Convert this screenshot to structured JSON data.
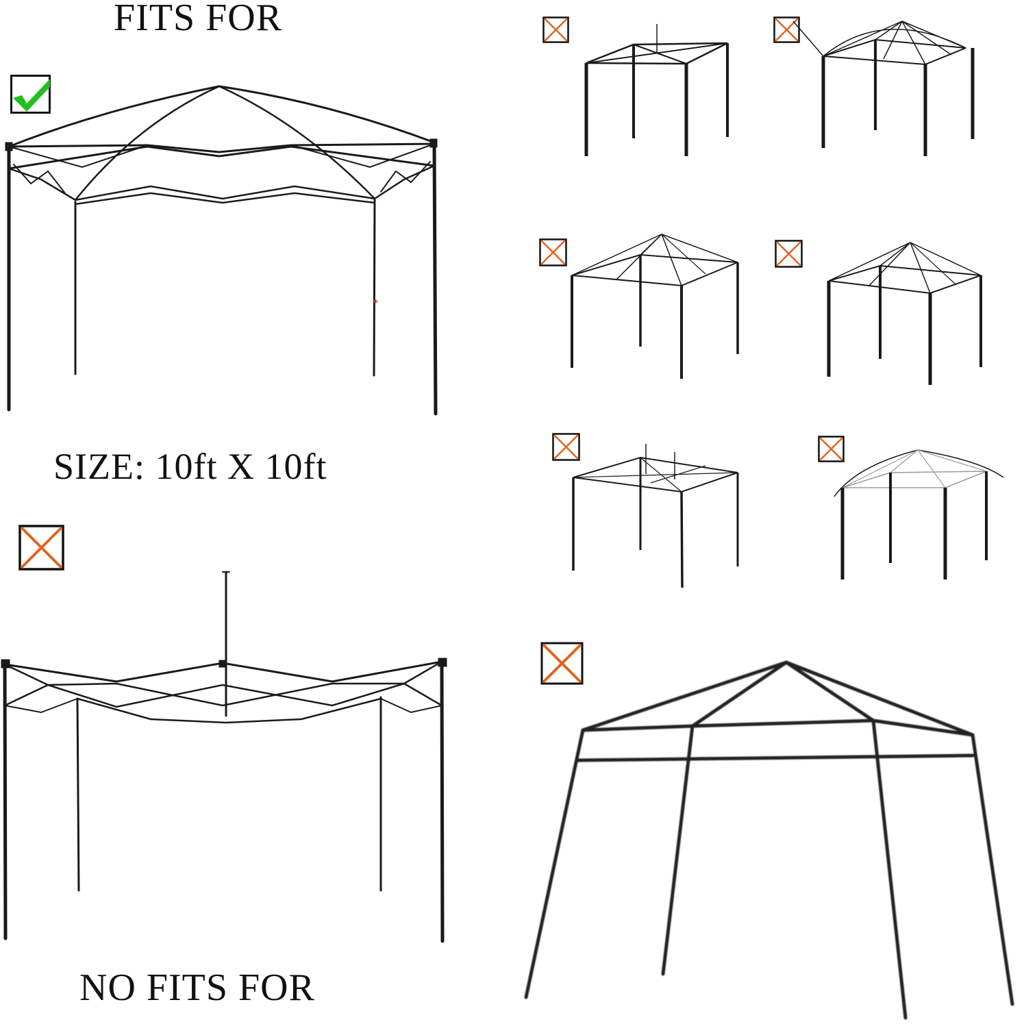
{
  "headings": {
    "fits": "FITS  FOR",
    "size": "SIZE: 10ft X 10ft",
    "no_fits": "NO FITS  FOR"
  },
  "colors": {
    "check_green": "#22c01e",
    "cross_orange": "#e0641e",
    "frame_black": "#1a1a1a",
    "box_border": "#111111"
  },
  "compatible": [
    {
      "name": "pop-up canopy frame with peaked center (straight legs)",
      "status": "fits",
      "icon": "check-icon"
    }
  ],
  "incompatible": [
    {
      "name": "pop-up canopy frame with center pole",
      "status": "no-fit",
      "icon": "cross-icon"
    },
    {
      "name": "flat-top frame with center pole",
      "status": "no-fit",
      "icon": "cross-icon"
    },
    {
      "name": "dome gazebo frame",
      "status": "no-fit",
      "icon": "cross-icon"
    },
    {
      "name": "pyramid gazebo frame",
      "status": "no-fit",
      "icon": "cross-icon"
    },
    {
      "name": "pyramid gazebo frame (tall legs)",
      "status": "no-fit",
      "icon": "cross-icon"
    },
    {
      "name": "flat-top frame with double poles",
      "status": "no-fit",
      "icon": "cross-icon"
    },
    {
      "name": "curved-eave gazebo frame",
      "status": "no-fit",
      "icon": "cross-icon"
    },
    {
      "name": "slant-leg canopy frame",
      "status": "no-fit",
      "icon": "cross-icon"
    }
  ]
}
